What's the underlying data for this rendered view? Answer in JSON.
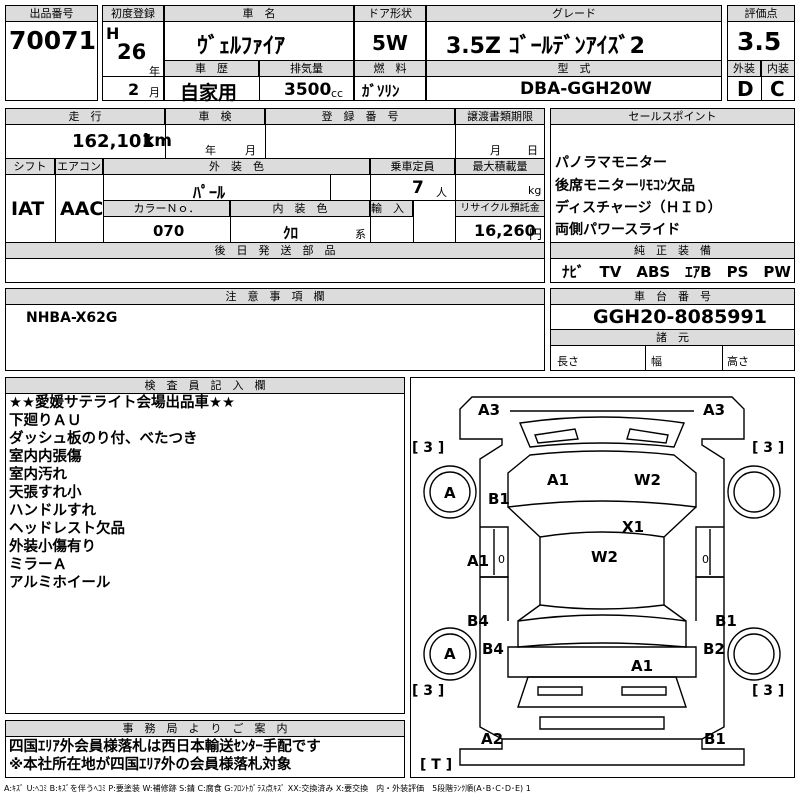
{
  "header": {
    "lot_no_label": "出品番号",
    "lot_no": "70071",
    "first_reg_label": "初度登録",
    "era": "H",
    "year": "26",
    "year_unit": "年",
    "month": "2",
    "month_unit": "月",
    "car_name_label": "車　名",
    "car_name": "ｳﾞｪﾙﾌｧｲｱ",
    "history_label": "車　歴",
    "history": "自家用",
    "door_label": "ドア形状",
    "door": "5W",
    "displacement_label": "排気量",
    "displacement": "3500",
    "displacement_unit": "cc",
    "fuel_label": "燃　料",
    "fuel": "ｶﾞｿﾘﾝ",
    "grade_label": "グレード",
    "grade": "3.5Z ｺﾞｰﾙﾃﾞﾝｱｲｽﾞ2",
    "model_label": "型　式",
    "model": "DBA-GGH20W",
    "score_label": "評価点",
    "score": "3.5",
    "exterior_label": "外装",
    "exterior": "D",
    "interior_label": "内装",
    "interior": "C"
  },
  "specs": {
    "mileage_label": "走　行",
    "mileage": "162,101",
    "mileage_unit": "km",
    "inspection_label": "車　検",
    "inspection_year_unit": "年",
    "inspection_month_unit": "月",
    "reg_no_label": "登　録　番　号",
    "transfer_label": "譲渡書類期限",
    "transfer_month_unit": "月",
    "transfer_day_unit": "日",
    "shift_label": "シフト",
    "shift": "IAT",
    "ac_label": "エアコン",
    "ac": "AAC",
    "ext_color_label": "外　装　色",
    "ext_color": "ﾊﾟｰﾙ",
    "capacity_label": "乗車定員",
    "capacity": "7",
    "capacity_unit": "人",
    "max_load_label": "最大積載量",
    "max_load_unit": "kg",
    "color_no_label": "カラーＮｏ．",
    "color_no": "070",
    "int_color_label": "内　装　色",
    "int_color": "ｸﾛ",
    "int_color_unit": "系",
    "import_label": "輸　入　車",
    "recycle_label": "リサイクル預託金",
    "recycle": "16,260",
    "recycle_unit": "円",
    "later_parts_label": "後　日　発　送　部　品"
  },
  "sales_points": {
    "label": "セールスポイント",
    "items": [
      "パノラマモニター",
      "後席モニターﾘﾓｺﾝ欠品",
      "ディスチャージ（ＨＩＤ）",
      "両側パワースライド"
    ]
  },
  "equipment": {
    "label": "純　正　装　備",
    "items": "ﾅﾋﾞ　TV　ABS　ｴｱB　PS　PW"
  },
  "caution": {
    "label": "注　意　事　項　欄",
    "text": "NHBA-X62G"
  },
  "chassis": {
    "label": "車　台　番　号",
    "number": "GGH20-8085991",
    "specs_label": "諸　元",
    "length_label": "長さ",
    "width_label": "幅",
    "height_label": "高さ"
  },
  "inspector": {
    "label": "検　査　員　記　入　欄",
    "notes": [
      "★★愛媛サテライト会場出品車★★",
      "下廻りＡＵ",
      "ダッシュ板のり付、べたつき",
      "室内内張傷",
      "室内汚れ",
      "天張すれ小",
      "ハンドルすれ",
      "ヘッドレスト欠品",
      "外装小傷有り",
      "ミラーＡ",
      "アルミホイール"
    ]
  },
  "office": {
    "label": "事　務　局　よ　り　ご　案　内",
    "lines": [
      "四国ｴﾘｱ外会員様落札は西日本輸送ｾﾝﾀｰ手配です",
      "※本社所在地が四国ｴﾘｱ外の会員様落札対象"
    ]
  },
  "diagram": {
    "marks": {
      "a3_left": "A3",
      "a3_right": "A3",
      "bracket_left_top": "[ 3 ]",
      "bracket_right_top": "[ 3 ]",
      "a1_hood": "A1",
      "w2_hood": "W2",
      "wheel_fl": "A",
      "b1_front_left": "B1",
      "x1": "X1",
      "a1_left_door": "A1",
      "zero_left": "0",
      "zero_right": "0",
      "w2_roof": "W2",
      "b4_left_top": "B4",
      "b1_right": "B1",
      "wheel_rl": "A",
      "b4_left_bottom": "B4",
      "b2_right": "B2",
      "a1_rear": "A1",
      "bracket_left_bottom": "[ 3 ]",
      "bracket_right_bottom": "[ 3 ]",
      "a2_left": "A2",
      "b1_rear_right": "B1",
      "bracket_t": "[ T ]"
    }
  },
  "legend": "A:ｷｽﾞ U:ﾍｺﾐ B:ｷｽﾞを伴うﾍｺﾐ P:要塗装 W:補修跡 S:錆 C:腐食 G:ﾌﾛﾝﾄｶﾞﾗｽ点ｷｽﾞ XX:交換済み X:要交換　内・外装評価　5段階ﾗﾝｸ順(A･B･C･D･E) 1"
}
